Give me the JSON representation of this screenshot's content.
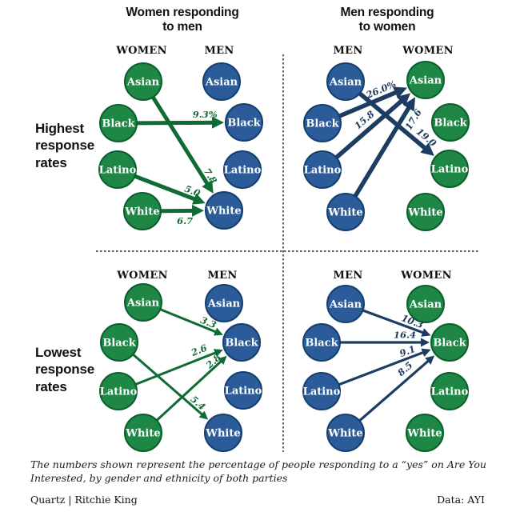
{
  "titles": {
    "left": "Women responding\nto men",
    "right": "Men responding\nto women"
  },
  "row_labels": {
    "highest": "Highest\nresponse\nrates",
    "lowest": "Lowest\nresponse\nrates"
  },
  "footnote": "The numbers shown represent the percentage of people responding to a “yes” on Are You Interested, by gender and ethnicity of both parties",
  "credits": {
    "left": "Quartz | Ritchie King",
    "right": "Data: AYI"
  },
  "colors": {
    "woman_fill": "#1e8745",
    "woman_stroke": "#0b5f2d",
    "man_fill": "#2b5c99",
    "man_stroke": "#153f6e",
    "arrow_women": "#0f6a33",
    "arrow_men": "#1d3c61",
    "divider": "#222222",
    "node_text": "#ffffff",
    "text": "#111111"
  },
  "chart_data": {
    "type": "flow",
    "ethnicities": [
      "Asian",
      "Black",
      "Latino",
      "White"
    ],
    "quadrants": [
      {
        "id": "women-to-men-highest",
        "title": "Women responding to men",
        "response_level": "Highest response rates",
        "responder": "women",
        "left_column": "WOMEN",
        "right_column": "MEN",
        "edges": [
          {
            "from": "Black",
            "to": "Black",
            "value": "9.3%"
          },
          {
            "from": "Asian",
            "to": "White",
            "value": "7.8"
          },
          {
            "from": "Latino",
            "to": "White",
            "value": "5.0"
          },
          {
            "from": "White",
            "to": "White",
            "value": "6.7"
          }
        ]
      },
      {
        "id": "men-to-women-highest",
        "title": "Men responding to women",
        "response_level": "Highest response rates",
        "responder": "men",
        "left_column": "MEN",
        "right_column": "WOMEN",
        "edges": [
          {
            "from": "Black",
            "to": "Asian",
            "value": "26.0%"
          },
          {
            "from": "Latino",
            "to": "Asian",
            "value": "15.8"
          },
          {
            "from": "White",
            "to": "Asian",
            "value": "17.6"
          },
          {
            "from": "Asian",
            "to": "Latino",
            "value": "19.0"
          }
        ]
      },
      {
        "id": "women-to-men-lowest",
        "title": "Women responding to men",
        "response_level": "Lowest response rates",
        "responder": "women",
        "left_column": "WOMEN",
        "right_column": "MEN",
        "edges": [
          {
            "from": "Asian",
            "to": "Black",
            "value": "3.3"
          },
          {
            "from": "Latino",
            "to": "Black",
            "value": "2.6"
          },
          {
            "from": "White",
            "to": "Black",
            "value": "2.8"
          },
          {
            "from": "Black",
            "to": "White",
            "value": "5.4"
          }
        ]
      },
      {
        "id": "men-to-women-lowest",
        "title": "Men responding to women",
        "response_level": "Lowest response rates",
        "responder": "men",
        "left_column": "MEN",
        "right_column": "WOMEN",
        "edges": [
          {
            "from": "Asian",
            "to": "Black",
            "value": "10.3"
          },
          {
            "from": "Black",
            "to": "Black",
            "value": "16.4"
          },
          {
            "from": "Latino",
            "to": "Black",
            "value": "9.1"
          },
          {
            "from": "White",
            "to": "Black",
            "value": "8.5"
          }
        ]
      }
    ]
  }
}
